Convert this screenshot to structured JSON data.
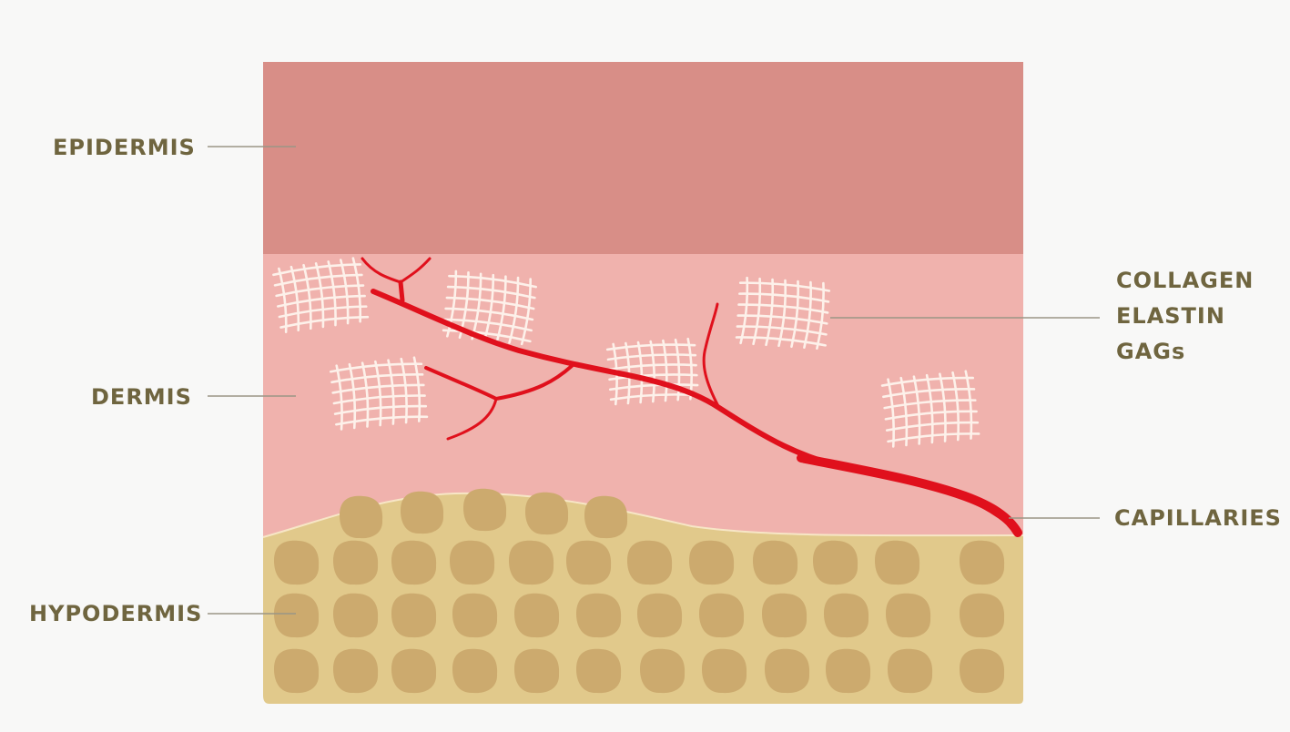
{
  "labels": {
    "epidermis": "EPIDERMIS",
    "dermis": "DERMIS",
    "hypodermis": "HYPODERMIS",
    "collagen": "COLLAGEN",
    "elastin": "ELASTIN",
    "gags": "GAGs",
    "capillaries": "CAPILLARIES"
  },
  "colors": {
    "background": "#f8f8f7",
    "epidermis": "#d88e87",
    "dermis": "#f0b2ad",
    "hypodermis": "#e1c98b",
    "fat_cell": "#ccaa6e",
    "capillary": "#e0101c",
    "fiber": "#fdf1ea",
    "label_text": "#6f653f",
    "leader_line": "#9a9685"
  }
}
